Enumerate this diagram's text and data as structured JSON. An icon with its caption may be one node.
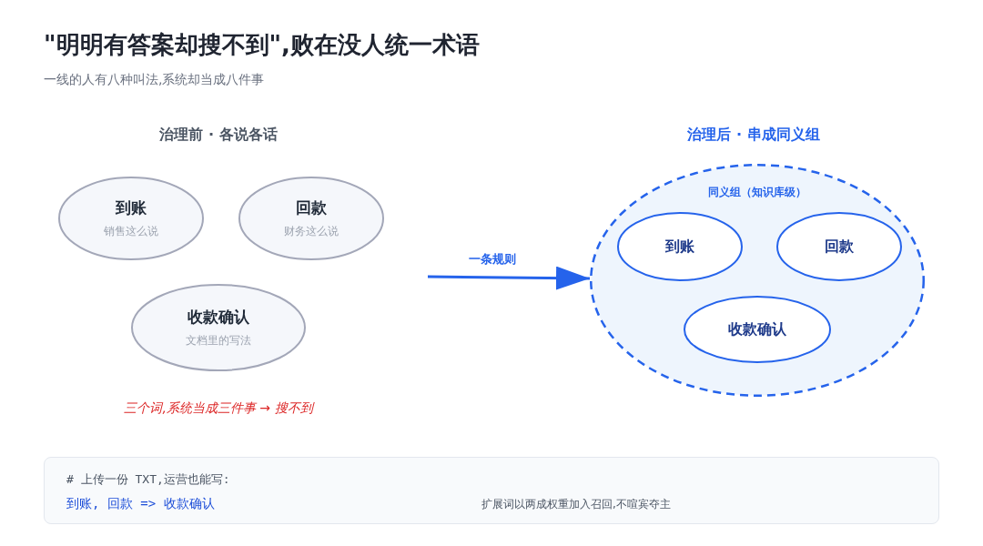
{
  "diagram": {
    "title": "\"明明有答案却搜不到\",败在没人统一术语",
    "nodes": [
      {
        "text": [
          "到账",
          "销售这么说"
        ]
      },
      {
        "text": [
          "回款",
          "财务这么说"
        ]
      },
      {
        "text": [
          "收款确认",
          "文档里的写法"
        ]
      },
      {
        "text": [
          "同义组（知识库级）"
        ]
      },
      {
        "text": [
          "到账"
        ],
        "in": 3
      },
      {
        "text": [
          "回款"
        ],
        "in": 3
      },
      {
        "text": [
          "收款确认"
        ],
        "in": 3
      },
      {
        "text": [
          "# 上传一份 TXT,运营也能写:",
          "到账, 回款 => 收款确认",
          "扩展词以两成权重加入召回,不喧宾夺主"
        ]
      }
    ],
    "edges": [
      {
        "from": null,
        "to": 3,
        "arrow": "to",
        "label": "一条规则"
      }
    ],
    "labels": [
      "一线的人有八种叫法,系统却当成八件事",
      "治理前 · 各说各话",
      "治理后 · 串成同义组",
      "三个词,系统当成三件事 → 搜不到"
    ]
  }
}
